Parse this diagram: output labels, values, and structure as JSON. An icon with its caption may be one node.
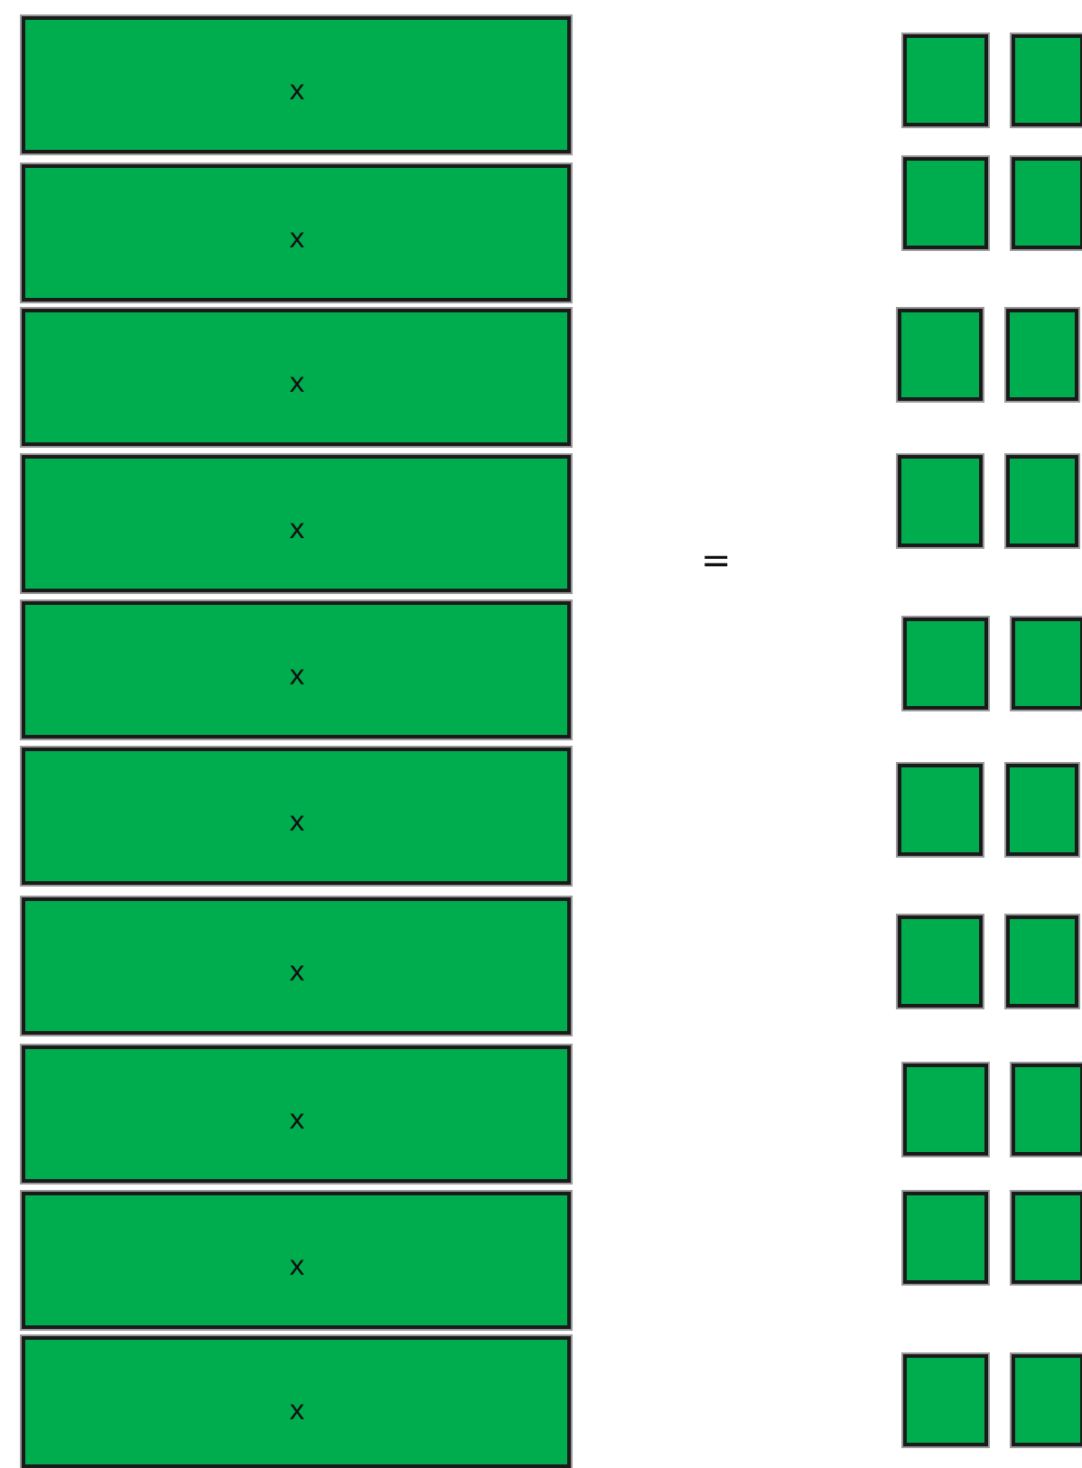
{
  "diagram": {
    "nodes": [
      {
        "text": [
          "x"
        ]
      },
      {
        "text": [
          "x"
        ]
      },
      {
        "text": [
          "x"
        ]
      },
      {
        "text": [
          "x"
        ]
      },
      {
        "text": [
          "x"
        ]
      },
      {
        "text": [
          "x"
        ]
      },
      {
        "text": [
          "x"
        ]
      },
      {
        "text": [
          "x"
        ]
      },
      {
        "text": [
          "x"
        ]
      },
      {
        "text": [
          "x"
        ]
      },
      {
        "text": [],
        "shape": "box"
      },
      {
        "text": [],
        "shape": "box"
      },
      {
        "text": [],
        "shape": "box"
      },
      {
        "text": [],
        "shape": "box"
      },
      {
        "text": [],
        "shape": "box"
      },
      {
        "text": [],
        "shape": "box"
      },
      {
        "text": [],
        "shape": "box"
      },
      {
        "text": [],
        "shape": "box"
      },
      {
        "text": [],
        "shape": "box"
      },
      {
        "text": [],
        "shape": "box"
      },
      {
        "text": [],
        "shape": "box"
      },
      {
        "text": [],
        "shape": "box"
      },
      {
        "text": [],
        "shape": "box"
      },
      {
        "text": [],
        "shape": "box"
      },
      {
        "text": [],
        "shape": "box"
      },
      {
        "text": [],
        "shape": "box"
      },
      {
        "text": [],
        "shape": "box"
      },
      {
        "text": [],
        "shape": "box"
      },
      {
        "text": [],
        "shape": "box"
      },
      {
        "text": [],
        "shape": "box"
      }
    ],
    "edges": [],
    "labels": [
      "="
    ]
  }
}
